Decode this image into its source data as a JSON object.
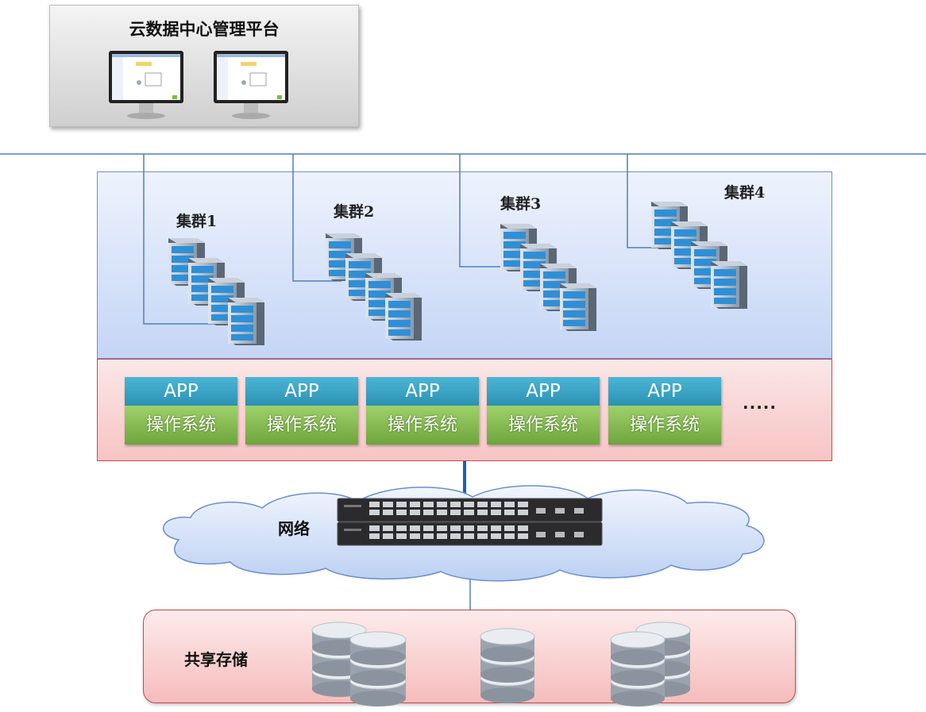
{
  "management": {
    "title": "云数据中心管理平台"
  },
  "clusters": [
    {
      "label": "集群1"
    },
    {
      "label": "集群2"
    },
    {
      "label": "集群3"
    },
    {
      "label": "集群4"
    }
  ],
  "vms": [
    {
      "app": "APP",
      "os": "操作系统"
    },
    {
      "app": "APP",
      "os": "操作系统"
    },
    {
      "app": "APP",
      "os": "操作系统"
    },
    {
      "app": "APP",
      "os": "操作系统"
    },
    {
      "app": "APP",
      "os": "操作系统"
    }
  ],
  "vm_more": ".....",
  "network": {
    "label": "网络"
  },
  "storage": {
    "label": "共享存储"
  },
  "colors": {
    "cluster_region": "#c4d5f5",
    "vm_region": "#f7c4c4",
    "app_bar": "#2c91b3",
    "os_bar": "#6da53c",
    "link_line": "#3a6fb5"
  }
}
